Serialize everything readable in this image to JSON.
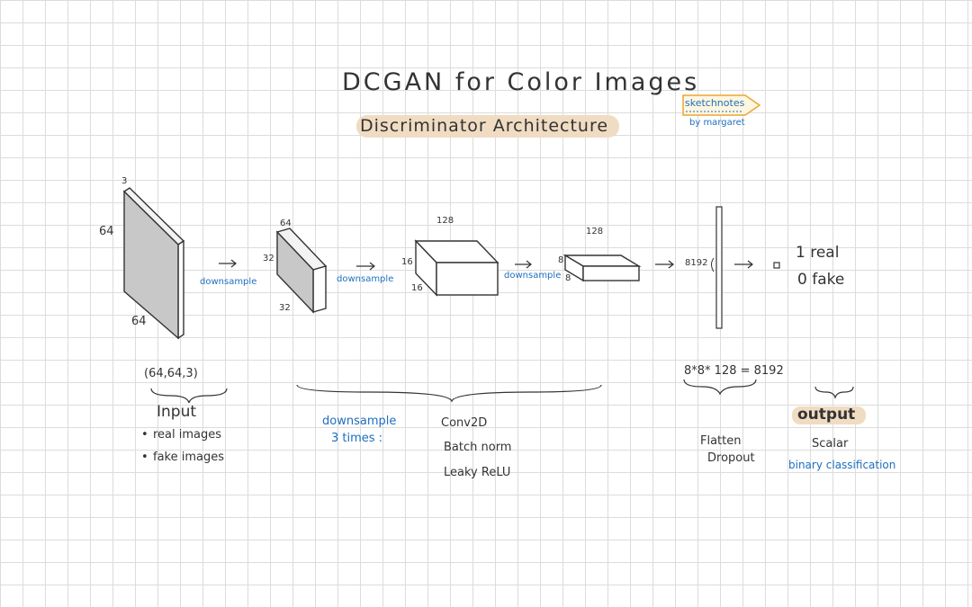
{
  "title": "DCGAN for Color Images",
  "subtitle": "Discriminator Architecture",
  "badge": {
    "text": "sketchnotes",
    "byline": "by margaret"
  },
  "input_block": {
    "depth": "3",
    "height": "64",
    "width": "64"
  },
  "block2": {
    "depth": "64",
    "height": "32",
    "width": "32"
  },
  "block3": {
    "depth": "128",
    "height": "16",
    "width": "16"
  },
  "block4": {
    "depth": "128",
    "height": "8",
    "width": "8"
  },
  "downsample_label": "downsample",
  "flatten_size": "8192",
  "outputs": {
    "real": "1 real",
    "fake": "0 fake"
  },
  "input_section": {
    "shape": "(64,64,3)",
    "heading": "Input",
    "items": [
      "real images",
      "fake images"
    ]
  },
  "middle_section": {
    "note": "downsample",
    "note2": "3 times :",
    "layers": [
      "Conv2D",
      "Batch norm",
      "Leaky ReLU"
    ]
  },
  "flatten_section": {
    "formula": "8*8* 128 = 8192",
    "items": [
      "Flatten",
      "Dropout"
    ]
  },
  "output_section": {
    "heading": "output",
    "kind": "Scalar",
    "note": "binary classification"
  },
  "colors": {
    "accent_blue": "#1e6fbf",
    "highlight": "#f0dcc2",
    "block_gray": "#c8c8c8"
  }
}
